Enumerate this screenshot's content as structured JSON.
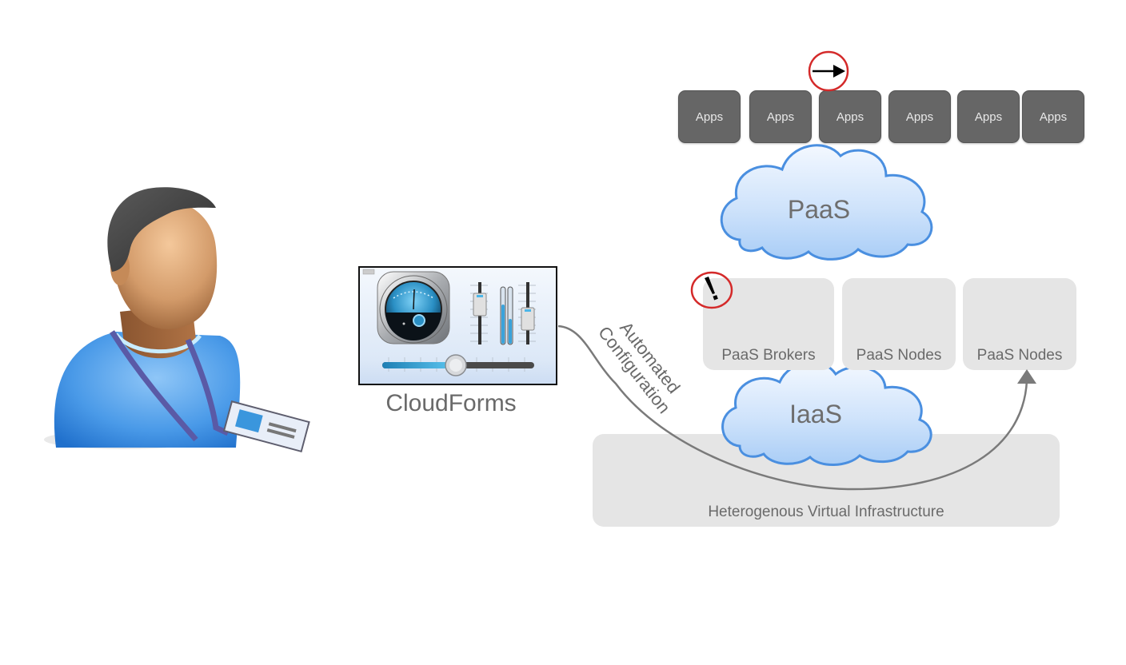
{
  "diagram": {
    "user": {
      "icon": "user-with-badge-icon"
    },
    "cloudforms": {
      "label": "CloudForms",
      "icon": "control-panel-gauge-icon"
    },
    "connector": {
      "label_line1": "Automated",
      "label_line2": "Configuration"
    },
    "apps": [
      {
        "label": "Apps"
      },
      {
        "label": "Apps"
      },
      {
        "label": "Apps"
      },
      {
        "label": "Apps"
      },
      {
        "label": "Apps"
      },
      {
        "label": "Apps"
      }
    ],
    "paas_cloud": {
      "label": "PaaS"
    },
    "iaas_cloud": {
      "label": "IaaS"
    },
    "paas_layer": [
      {
        "label": "PaaS Brokers"
      },
      {
        "label": "PaaS Nodes"
      },
      {
        "label": "PaaS Nodes"
      }
    ],
    "infrastructure": {
      "label": "Heterogenous Virtual Infrastructure"
    },
    "markers": {
      "arrow_marker": "right-arrow-icon",
      "alert_marker": "exclamation-icon"
    },
    "colors": {
      "app_box": "#666666",
      "grey_box": "#e5e5e5",
      "marker_ring": "#d42a2a",
      "cloud_edge": "#4a90e2",
      "connector": "#7a7a7a"
    }
  }
}
